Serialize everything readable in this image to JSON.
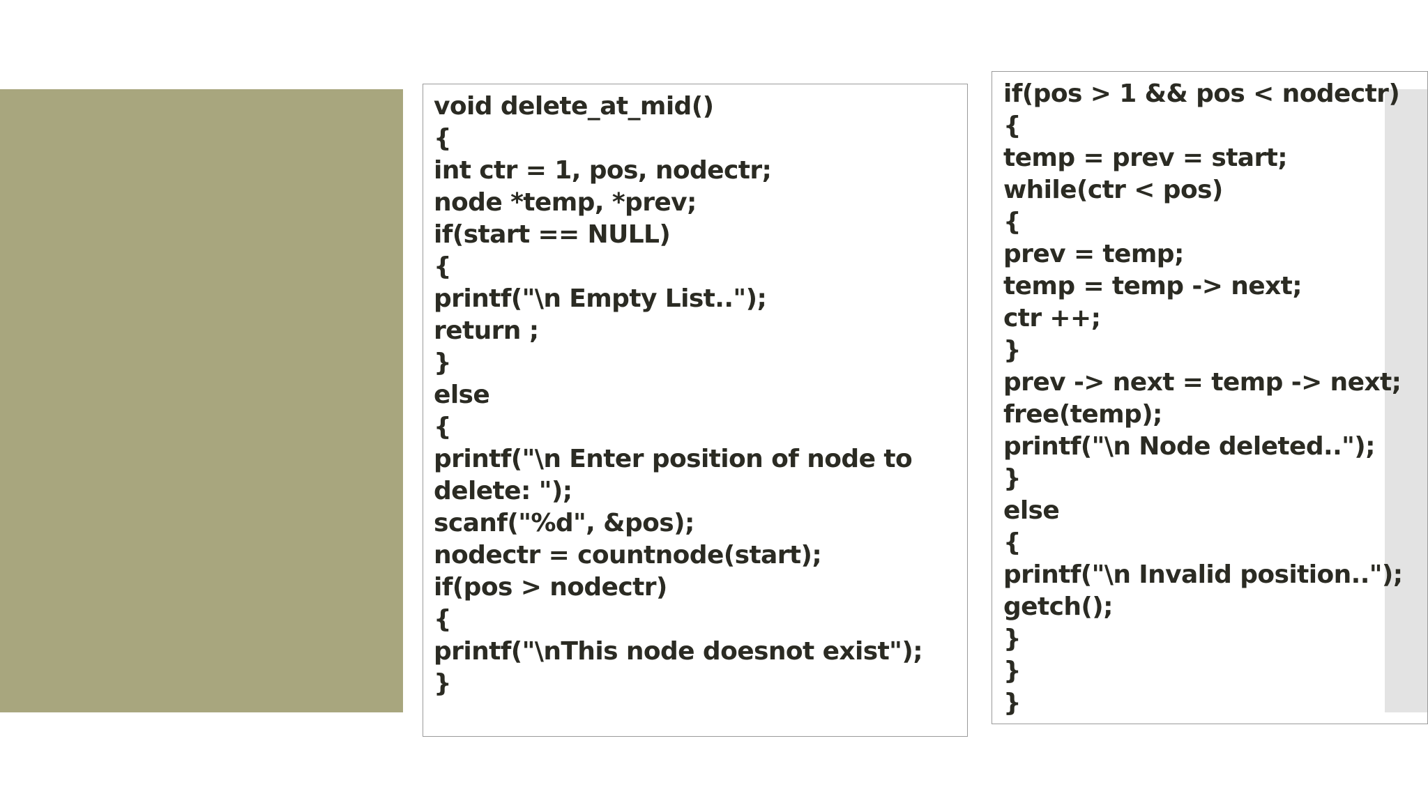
{
  "colors": {
    "accent_block": "#a8a67e",
    "right_strip": "#e3e3e3",
    "code_text": "#2b2b23",
    "box_border": "#9a9a9a"
  },
  "left_code": [
    "void delete_at_mid()",
    "{",
    "int ctr = 1, pos, nodectr;",
    "node *temp, *prev;",
    "if(start == NULL)",
    "{",
    "printf(\"\\n Empty List..\");",
    "return ;",
    "}",
    "else",
    "{",
    "printf(\"\\n Enter position of node to",
    "delete: \");",
    "scanf(\"%d\", &pos);",
    "nodectr = countnode(start);",
    "if(pos > nodectr)",
    "{",
    "printf(\"\\nThis node doesnot exist\");",
    "}"
  ],
  "right_code": [
    "if(pos > 1 && pos < nodectr)",
    "{",
    "temp = prev = start;",
    "while(ctr < pos)",
    "{",
    "prev = temp;",
    "temp = temp -> next;",
    "ctr ++;",
    "}",
    "prev -> next = temp -> next;",
    "free(temp);",
    "printf(\"\\n Node deleted..\");",
    "}",
    "else",
    "{",
    "printf(\"\\n Invalid position..\");",
    "getch();",
    "}",
    "}",
    "}"
  ]
}
